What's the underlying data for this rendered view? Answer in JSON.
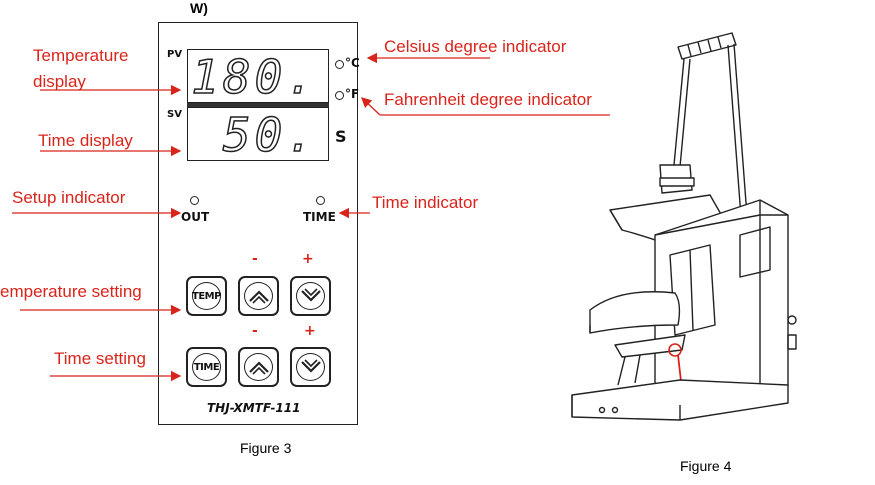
{
  "header_fragment": "W)",
  "figure3": {
    "caption": "Figure 3",
    "panel": {
      "pv_label": "PV",
      "sv_label": "SV",
      "pv_digits": "180.",
      "sv_digits": "50.",
      "unit_celsius": "°C",
      "unit_fahrenheit": "°F",
      "unit_seconds": "S",
      "out_label": "OUT",
      "time_label": "TIME",
      "minus_1": "-",
      "plus_1": "+",
      "minus_2": "-",
      "plus_2": "+",
      "temp_button": "TEMP",
      "time_button": "TIME",
      "model": "THJ-XMTF-111"
    },
    "callouts": {
      "temperature_display": "Temperature\ndisplay",
      "celsius_indicator": "Celsius degree indicator",
      "fahrenheit_indicator": "Fahrenheit degree indicator",
      "time_display": "Time display",
      "setup_indicator": "Setup indicator",
      "time_indicator": "Time indicator",
      "temperature_setting": "emperature setting",
      "time_setting": "Time setting"
    }
  },
  "figure4": {
    "caption": "Figure 4"
  },
  "colors": {
    "callout": "#d9241b",
    "line": "#222222"
  }
}
